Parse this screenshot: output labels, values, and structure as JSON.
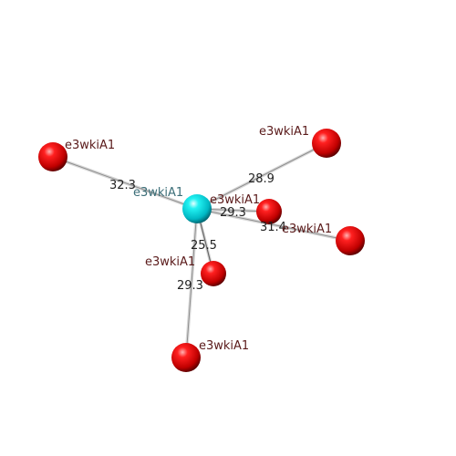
{
  "center": {
    "label": "e3wkiA1",
    "color": "#00e5e5",
    "label_color": "#3b6e78"
  },
  "neighbor_label_color": "#5a1a1a",
  "neighbor_color": "#dd0000",
  "neighbors": [
    {
      "id": "n1",
      "label": "e3wkiA1",
      "distance": "32.3"
    },
    {
      "id": "n2",
      "label": "e3wkiA1",
      "distance": "28.9"
    },
    {
      "id": "n3",
      "label": "e3wkiA1",
      "distance": "29.3"
    },
    {
      "id": "n4",
      "label": "e3wkiA1",
      "distance": "31.4"
    },
    {
      "id": "n5",
      "label": "e3wkiA1",
      "distance": "25.5"
    },
    {
      "id": "n6",
      "label": "e3wkiA1",
      "distance": "29.3"
    }
  ]
}
